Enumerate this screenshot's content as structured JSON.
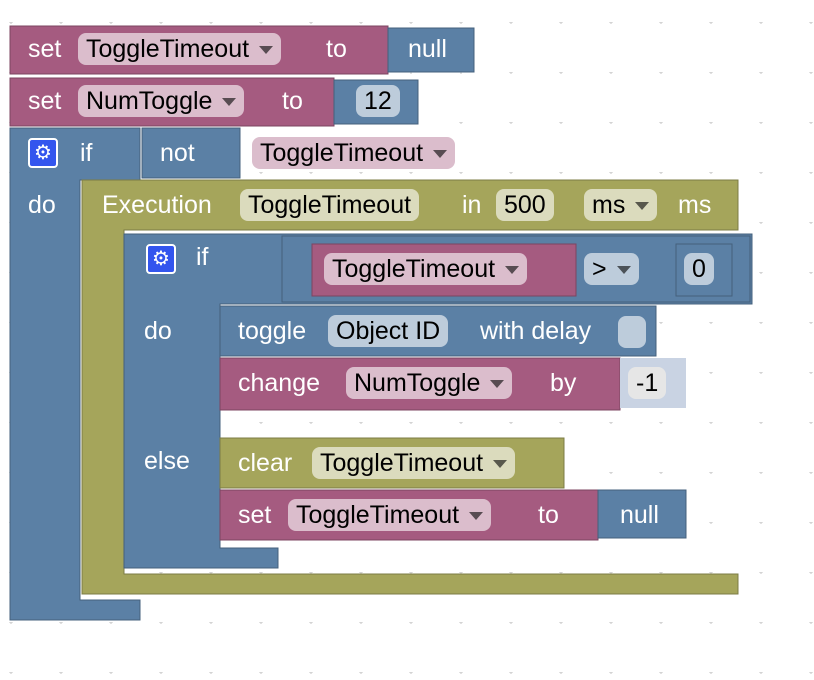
{
  "blocks": {
    "set_toggle_timeout": {
      "set": "set",
      "var": "ToggleTimeout",
      "to": "to",
      "value": "null"
    },
    "set_num_toggle": {
      "set": "set",
      "var": "NumToggle",
      "to": "to",
      "value": "12"
    },
    "if_block": {
      "if": "if",
      "not": "not",
      "var": "ToggleTimeout",
      "do": "do"
    },
    "execution": {
      "label": "Execution",
      "var": "ToggleTimeout",
      "in": "in",
      "delay": "500",
      "unit_select": "ms",
      "unit": "ms"
    },
    "inner_if": {
      "if": "if",
      "var": "ToggleTimeout",
      "op": ">",
      "value": "0",
      "do": "do",
      "else": "else"
    },
    "toggle": {
      "label": "toggle",
      "object": "Object ID",
      "with_delay": "with delay"
    },
    "change": {
      "label": "change",
      "var": "NumToggle",
      "by": "by",
      "value": "-1"
    },
    "clear": {
      "label": "clear",
      "var": "ToggleTimeout"
    },
    "set_inner": {
      "set": "set",
      "var": "ToggleTimeout",
      "to": "to",
      "value": "null"
    }
  },
  "colors": {
    "variables": "#a55b80",
    "logic": "#5b80a5",
    "timer": "#a5a55b",
    "selected": "#fc3"
  }
}
